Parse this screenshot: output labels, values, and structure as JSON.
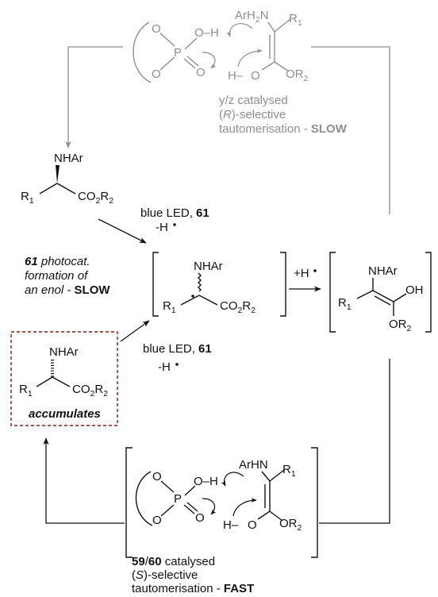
{
  "colors": {
    "ink": "#111111",
    "grey": "#8e8e8e",
    "box_border": "#8b1a1a"
  },
  "top_complex": {
    "o_labels": [
      "O",
      "O",
      "O"
    ],
    "p": "P",
    "oh": "O–H",
    "arh2n": "ArH",
    "arh2n_sub": "2",
    "arh2n_n": "N",
    "r1": "R",
    "r1_sub": "1",
    "h": "H–",
    "o": "O",
    "or2": "OR",
    "or2_sub": "2"
  },
  "top_caption": {
    "line1": "y/z catalysed",
    "line2_open": "(",
    "line2_r": "R",
    "line2_rest": ")-selective",
    "line3_prefix": "tautomerisation - ",
    "line3_bold": "SLOW"
  },
  "start": {
    "nhar": "NHAr",
    "r1": "R",
    "r1_sub": "1",
    "co2r2_a": "CO",
    "co2r2_sub1": "2",
    "co2r2_b": "R",
    "co2r2_sub2": "2"
  },
  "arrow1_label": {
    "text": "blue LED, ",
    "bold": "61",
    "h": "-H"
  },
  "photocat_caption": {
    "line1_bold": "61",
    "line1_rest": " photocat.",
    "line2": "formation of",
    "line3_prefix": "an enol - ",
    "line3_bold": "SLOW"
  },
  "radical": {
    "nhar": "NHAr",
    "r1": "R",
    "r1_sub": "1",
    "co2r2_a": "CO",
    "co2r2_sub1": "2",
    "co2r2_b": "R",
    "co2r2_sub2": "2"
  },
  "arrow_h": {
    "text": "+H"
  },
  "enol": {
    "nhar": "NHAr",
    "r1": "R",
    "r1_sub": "1",
    "oh": "OH",
    "or2": "OR",
    "or2_sub": "2"
  },
  "accum": {
    "nhar": "NHAr",
    "r1": "R",
    "r1_sub": "1",
    "co2r2_a": "CO",
    "co2r2_sub1": "2",
    "co2r2_b": "R",
    "co2r2_sub2": "2",
    "label": "accumulates"
  },
  "arrow2_label": {
    "text": "blue LED, ",
    "bold": "61",
    "h": "-H"
  },
  "bottom_complex": {
    "o_labels": [
      "O",
      "O",
      "O"
    ],
    "p": "P",
    "oh": "O–H",
    "arhn": "ArHN",
    "r1": "R",
    "r1_sub": "1",
    "h": "H–",
    "o": "O",
    "or2": "OR",
    "or2_sub": "2"
  },
  "bottom_caption": {
    "line1_bold": "59",
    "line1_mid": "/",
    "line1_bold2": "60",
    "line1_rest": " catalysed",
    "line2_open": "(",
    "line2_s": "S",
    "line2_rest": ")-selective",
    "line3_prefix": "tautomerisation - ",
    "line3_bold": "FAST"
  }
}
